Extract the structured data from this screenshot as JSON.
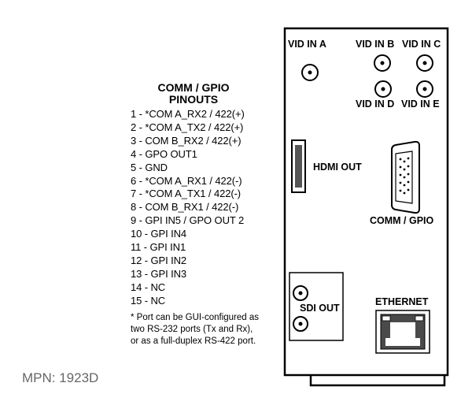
{
  "pinout": {
    "title_line1": "COMM / GPIO",
    "title_line2": "PINOUTS",
    "pins": [
      "1 - *COM A_RX2 / 422(+)",
      "2 - *COM A_TX2 / 422(+)",
      "3 - COM B_RX2 / 422(+)",
      "4 - GPO OUT1",
      "5 - GND",
      "6 - *COM A_RX1 / 422(-)",
      "7 - *COM A_TX1 / 422(-)",
      "8 - COM B_RX1 / 422(-)",
      "9 - GPI IN5 / GPO OUT 2",
      "10 - GPI IN4",
      "11 - GPI IN1",
      "12 - GPI IN2",
      "13 - GPI IN3",
      "14 - NC",
      "15 - NC"
    ],
    "note_lines": [
      "* Port can be GUI-configured as",
      "two RS-232 ports (Tx and Rx),",
      "or as a full-duplex RS-422 port."
    ]
  },
  "panel": {
    "vid_in_a": "VID IN A",
    "vid_in_b": "VID IN B",
    "vid_in_c": "VID IN C",
    "vid_in_d": "VID IN D",
    "vid_in_e": "VID IN E",
    "hdmi_out": "HDMI OUT",
    "comm_gpio": "COMM / GPIO",
    "sdi_out": "SDI OUT",
    "ethernet": "ETHERNET"
  },
  "mpn": "MPN: 1923D"
}
